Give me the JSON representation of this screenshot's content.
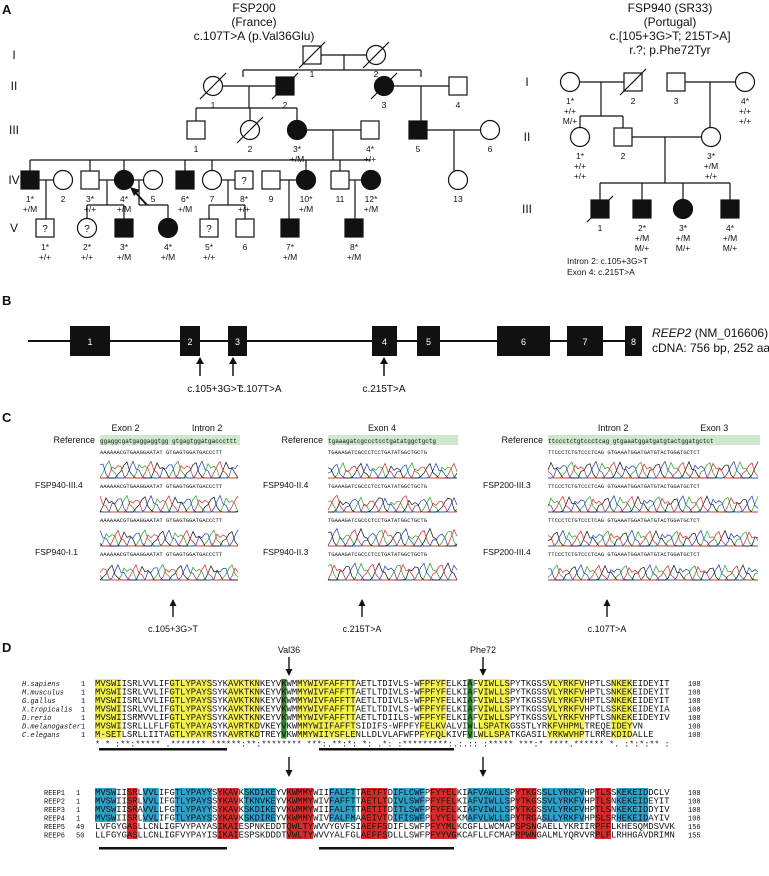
{
  "panels": {
    "a": "A",
    "b": "B",
    "c": "C",
    "d": "D"
  },
  "pedigree1": {
    "family": "FSP200",
    "country": "(France)",
    "mutation": "c.107T>A (p.Val36Glu)",
    "gens": [
      "I",
      "II",
      "III",
      "IV",
      "V"
    ],
    "I": [
      {
        "n": "1",
        "g": ""
      },
      {
        "n": "2",
        "g": ""
      }
    ],
    "II": [
      {
        "n": "1",
        "g": ""
      },
      {
        "n": "2",
        "g": ""
      },
      {
        "n": "3",
        "g": ""
      },
      {
        "n": "4",
        "g": ""
      }
    ],
    "III": [
      {
        "n": "1",
        "g": ""
      },
      {
        "n": "2",
        "g": ""
      },
      {
        "n": "3*",
        "g": "+/M"
      },
      {
        "n": "4*",
        "g": "+/+"
      },
      {
        "n": "5",
        "g": ""
      },
      {
        "n": "6",
        "g": ""
      }
    ],
    "IV": [
      {
        "n": "1*",
        "g": "+/M"
      },
      {
        "n": "2",
        "g": ""
      },
      {
        "n": "3*",
        "g": "+/+"
      },
      {
        "n": "4*",
        "g": "+/M"
      },
      {
        "n": "5",
        "g": ""
      },
      {
        "n": "6*",
        "g": "+/M"
      },
      {
        "n": "7",
        "g": ""
      },
      {
        "n": "8*",
        "g": "+/+"
      },
      {
        "n": "9",
        "g": ""
      },
      {
        "n": "10*",
        "g": "+/M"
      },
      {
        "n": "11",
        "g": ""
      },
      {
        "n": "12*",
        "g": "+/M"
      },
      {
        "n": "13",
        "g": ""
      }
    ],
    "V": [
      {
        "n": "1*",
        "g": "+/+"
      },
      {
        "n": "2*",
        "g": "+/+"
      },
      {
        "n": "3*",
        "g": "+/M"
      },
      {
        "n": "4*",
        "g": "+/M"
      },
      {
        "n": "5*",
        "g": "+/+"
      },
      {
        "n": "6",
        "g": ""
      },
      {
        "n": "7*",
        "g": "+/M"
      },
      {
        "n": "8*",
        "g": "+/M"
      }
    ]
  },
  "pedigree2": {
    "family": "FSP940 (SR33)",
    "country": "(Portugal)",
    "mutation1": "c.[105+3G>T; 215T>A]",
    "mutation2": "r.?; p.Phe72Tyr",
    "gens": [
      "I",
      "II",
      "III"
    ],
    "I": [
      {
        "n": "1*",
        "g1": "+/+",
        "g2": "M/+"
      },
      {
        "n": "2",
        "g1": "",
        "g2": ""
      },
      {
        "n": "3",
        "g1": "",
        "g2": ""
      },
      {
        "n": "4*",
        "g1": "+/+",
        "g2": "+/+"
      }
    ],
    "II": [
      {
        "n": "1*",
        "g1": "+/+",
        "g2": "+/+"
      },
      {
        "n": "2",
        "g1": "",
        "g2": ""
      },
      {
        "n": "3*",
        "g1": "+/M",
        "g2": "+/+"
      }
    ],
    "III": [
      {
        "n": "1",
        "g1": "",
        "g2": ""
      },
      {
        "n": "2*",
        "g1": "+/M",
        "g2": "M/+"
      },
      {
        "n": "3*",
        "g1": "+/M",
        "g2": "M/+"
      },
      {
        "n": "4*",
        "g1": "+/M",
        "g2": "M/+"
      }
    ],
    "note1": "Intron 2: c.105+3G>T",
    "note2": "Exon 4: c.215T>A"
  },
  "gene": {
    "name": "REEP2",
    "acc": " (NM_016606)",
    "cdna": "cDNA: 756 bp, 252 aa",
    "exons": [
      "1",
      "2",
      "3",
      "4",
      "5",
      "6",
      "7",
      "8"
    ],
    "arrows": [
      "c.105+3G>T",
      "c.107T>A",
      "c.215T>A"
    ]
  },
  "chrom": {
    "blocks": [
      {
        "h1": "Exon 2",
        "h2": "Intron 2",
        "ref": "ggaggcgatgaggaggtgg gtgagtggatgacccttt",
        "s1": "FSP940-III.4",
        "s2": "FSP940-I.1",
        "mut": "c.105+3G>T"
      },
      {
        "h1": "Exon 4",
        "ref": "tgaaagatcgccctcctgatatggctgctg",
        "s1": "FSP940-II.4",
        "s2": "FSP940-II.3",
        "mut": "c.215T>A"
      },
      {
        "h1": "Intron 2",
        "h2": "Exon 3",
        "ref": "ttccctctgtccctcag gtgaaatggatgatgtactggatgctct",
        "s1": "FSP200-III.3",
        "s2": "FSP200-III.4",
        "mut": "c.107T>A"
      }
    ],
    "reference": "Reference",
    "seqs": [
      "AAAAAACGTGAAGGAATAT  GTGAGTGGATGACCCTT",
      "TGAAAGATCGCCCTCCTGATATGGCTGCTG",
      "TTCCCTCTGTCCCTCAG  GTGAAATGGATGATGTACTGGATGCTCT"
    ]
  },
  "align1": {
    "marks": [
      "Val36",
      "Phe72"
    ],
    "rows": [
      {
        "sp": "H.sapiens",
        "s": "MVSWIISRLVVLIFGTLYPAYSSYKAVKTKNKEYVKWMMYWIVFAFFTTAETLTDIVLS-WFPFYFELKIAFVIWLLSPYTKGSSVLYRKFVHPTLSNKEKEIDEYIT",
        "e": "108"
      },
      {
        "sp": "M.musculus",
        "s": "MVSWIISRLVVLIFGTLYPAYSSYKAVKTKNKEYVKWMMYWIVFAFFTTAETLTDIVLS-WFPFYFELKIAFVIWLLSPYTKGSSVLYRKFVHPTLSNKEKEIDEYIT",
        "e": "108"
      },
      {
        "sp": "G.gallus",
        "s": "MVSWIISRLVVLIFGTLYPAYSSYKAVKTKNKEYVKWMMYWIVFAFFTTAETLTDIVLS-WFPFYFELKIAFVIWLLSPYTKGSSVLYRKFVHPTLSNKEKEIDEYIT",
        "e": "108"
      },
      {
        "sp": "X.tropicalis",
        "s": "MVSWIISRLVVLIFGTLYPAYSSYKAVKTKNKEYVKWMMYWIVFAFFTTAETLTDIVLS-WFPFYFELKIAFVIWLLSPYTKGSSVLYRKFVHPTLSSKEKEIDEYIA",
        "e": "108"
      },
      {
        "sp": "D.rerio",
        "s": "MVSWIISRMVVLIFGTLYPAYSSYKAVKTKNKEYVKWMMYWIVFAFFTTAETLTDIILS-WFPFYFELKIAFVIWLLSPYTKGSSVLYRKFVHPTLSNKEKEIDEYIV",
        "e": "108"
      },
      {
        "sp": "D.melanogaster",
        "s": "MVSWIISRLLLFLFGTLYPAYASYKAVRTKDVKEYVKWMMYWIIFAFFTSIDIFS-WFPFYFELKVALVIWLLSPATKGSSTLYRKFVHPMLTREQEIDEYVN",
        "e": "108"
      },
      {
        "sp": "C.elegans",
        "s": "M-SETLSRLLIITAGTLYPAYRSYKAVRTKDTREYVKWMMYWIIYSFLENLLDLVLAFWFPFYFQLKIVFVLWLLSPATKGASILYRKWVHPTLRREKDIDALLE",
        "e": "108"
      }
    ],
    "cons": "* *  :**:***** .******* ******:**:******** ***:.**:*: *: .*: :*********:.:.:: :***** ***:*  ****.****** *. :*:*:** :"
  },
  "align2": {
    "rows": [
      {
        "sp": "REEP1",
        "st": "1",
        "s": "MVSWIISRLVVLIFGTLYPAYYSYKAVKSKDIKEYVKWMMYWIIFALFTTAETFTDIFLCWFPFYYELKIAFVAWLLSPYTKGSSLLYRKFVHPTLSSKEKEIDDCLV",
        "e": "108"
      },
      {
        "sp": "REEP2",
        "st": "1",
        "s": "MVSWIISRLVVLIFGTLYPAYSSYKAVKTKNVKEYVKWMMYWIVFAFFTTAETLTDIVLSWFPFYFELKIAFVIWLLSPYTKGSSVLYRKFVHPTLSNKEKEIDEYIT",
        "e": "108"
      },
      {
        "sp": "REEP3",
        "st": "1",
        "s": "MVSWIISRAVVLLFGTLYPAYYSYKAVKSKDIKEYVKWMMYWIIFALFTTAETITDITLSWFPFYFELKIAFVIWLLSPYTKGSSVLYRKFVHPTLSNKEKEIDDYIV",
        "e": "108"
      },
      {
        "sp": "REEP4",
        "st": "1",
        "s": "MVSWIISRLVVLIFGTLYPAYSSYKAVKSKDIREYVKWMMYWIVFALFMAAEIVTDIFISWFPLYYELKMAFVLWLLSPYTRGASLLYRKFVHPSLSRHEKEIDAYIV",
        "e": "108"
      },
      {
        "sp": "REEP5",
        "st": "49",
        "s": "LVFGYGASLLCNLIGFVYPAYASIKAIESPNKEDDTQWLTYWVVYGVFSIAEFFSDIFLSWFPFYYMLKCGFLLWCMAPSPSNGAELLYKRIIRPFFLKHESQMDSVVK",
        "e": "156"
      },
      {
        "sp": "REEP6",
        "st": "50",
        "s": "LLFGYGASLLCNLIGFVYPAYISIKAIESPSKDDDTVWLTYWVVYALFGLAEFFSDLLLSWFPFYYVGKCAFLLFCMAPRPWNGALMLYQRVVRPLFLRHHGAVDRIMN",
        "e": "155"
      }
    ]
  }
}
